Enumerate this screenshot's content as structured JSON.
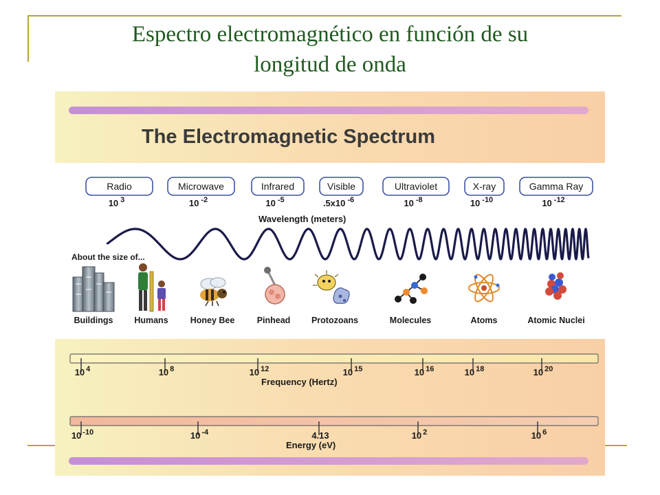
{
  "slide": {
    "title_line1": "Espectro electromagnético en función de su",
    "title_line2": "longitud de onda"
  },
  "diagram": {
    "heading": "The Electromagnetic Spectrum",
    "bands": [
      {
        "name": "Radio",
        "wl_base": "10",
        "wl_exp": "3"
      },
      {
        "name": "Microwave",
        "wl_base": "10",
        "wl_exp": "-2"
      },
      {
        "name": "Infrared",
        "wl_base": "10",
        "wl_exp": "-5"
      },
      {
        "name": "Visible",
        "wl_base": ".5x10",
        "wl_exp": "-6"
      },
      {
        "name": "Ultraviolet",
        "wl_base": "10",
        "wl_exp": "-8"
      },
      {
        "name": "X-ray",
        "wl_base": "10",
        "wl_exp": "-10"
      },
      {
        "name": "Gamma Ray",
        "wl_base": "10",
        "wl_exp": "-12"
      }
    ],
    "wavelength_label": "Wavelength (meters)",
    "size_label": "About the size of...",
    "objects": [
      {
        "name": "Buildings",
        "icon": "buildings-icon"
      },
      {
        "name": "Humans",
        "icon": "humans-icon"
      },
      {
        "name": "Honey Bee",
        "icon": "honey-bee-icon"
      },
      {
        "name": "Pinhead",
        "icon": "pinhead-icon"
      },
      {
        "name": "Protozoans",
        "icon": "protozoans-icon"
      },
      {
        "name": "Molecules",
        "icon": "molecules-icon"
      },
      {
        "name": "Atoms",
        "icon": "atoms-icon"
      },
      {
        "name": "Atomic Nuclei",
        "icon": "atomic-nuclei-icon"
      }
    ],
    "frequency": {
      "label": "Frequency (Hertz)",
      "ticks": [
        {
          "base": "10",
          "exp": "4"
        },
        {
          "base": "10",
          "exp": "8"
        },
        {
          "base": "10",
          "exp": "12"
        },
        {
          "base": "10",
          "exp": "15"
        },
        {
          "base": "10",
          "exp": "16"
        },
        {
          "base": "10",
          "exp": "18"
        },
        {
          "base": "10",
          "exp": "20"
        }
      ]
    },
    "energy": {
      "label": "Energy (eV)",
      "ticks": [
        {
          "base": "10",
          "exp": "-10"
        },
        {
          "base": "10",
          "exp": "-4"
        },
        {
          "base": "4.13",
          "exp": ""
        },
        {
          "base": "10",
          "exp": "2"
        },
        {
          "base": "10",
          "exp": "6"
        }
      ]
    },
    "colors": {
      "title_text": "#1f5a1f",
      "rule": "#b8a531",
      "band_stroke": "#3f51a4",
      "wave": "#1a1a4a",
      "stripe": "#c58fd6"
    }
  }
}
